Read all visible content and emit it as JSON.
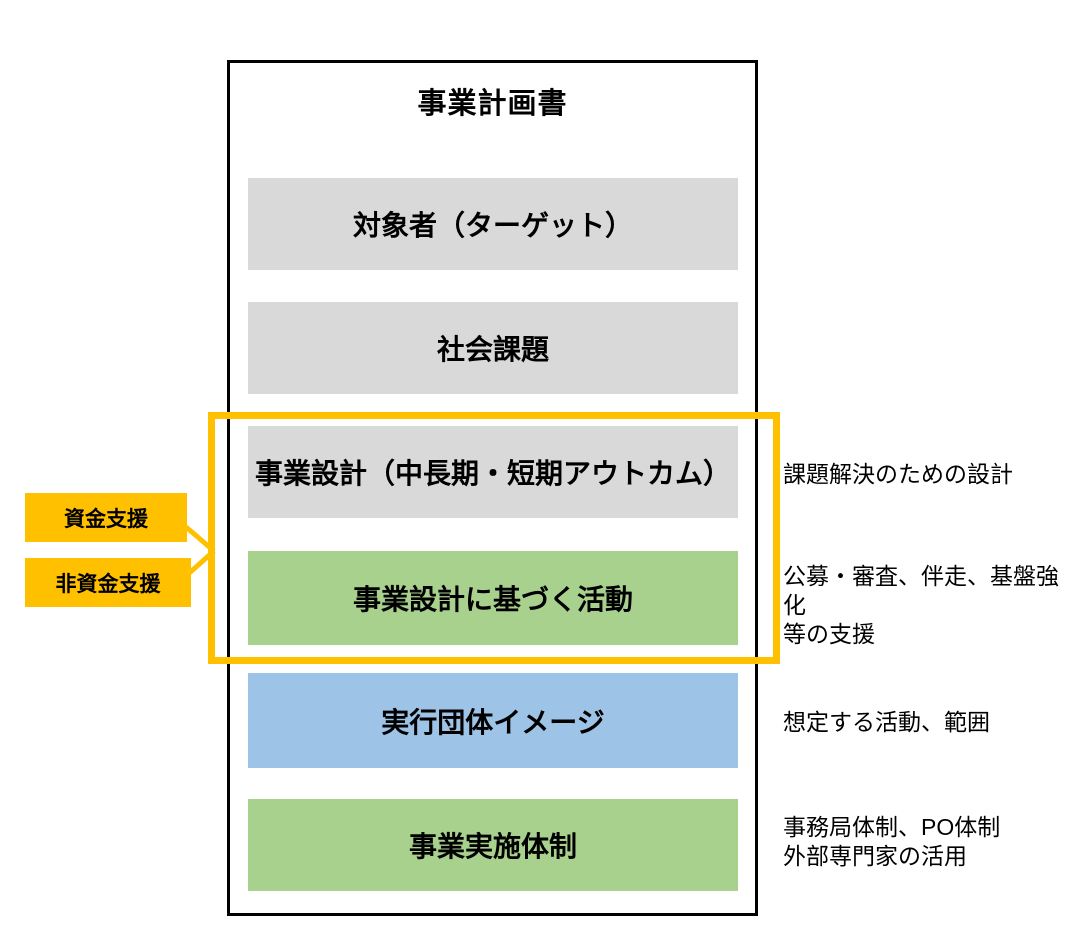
{
  "diagram": {
    "title": "事業計画書",
    "rows": [
      {
        "label": "対象者（ターゲット）",
        "fill": "gray",
        "annotation": ""
      },
      {
        "label": "社会課題",
        "fill": "gray",
        "annotation": ""
      },
      {
        "label": "事業設計（中長期・短期アウトカム）",
        "fill": "gray",
        "annotation": "課題解決のための設計"
      },
      {
        "label": "事業設計に基づく活動",
        "fill": "green",
        "annotation": "公募・審査、伴走、基盤強化\n等の支援"
      },
      {
        "label": "実行団体イメージ",
        "fill": "blue",
        "annotation": "想定する活動、範囲"
      },
      {
        "label": "事業実施体制",
        "fill": "green",
        "annotation": "事務局体制、PO体制\n外部専門家の活用"
      }
    ],
    "support_labels": [
      {
        "label": "資金支援"
      },
      {
        "label": "非資金支援"
      }
    ]
  },
  "colors": {
    "box_gray": "#d9d9d9",
    "box_green": "#a9d18e",
    "box_blue": "#9dc3e6",
    "highlight_gold": "#ffc000",
    "outline_black": "#000000",
    "background": "#ffffff",
    "text": "#000000"
  }
}
